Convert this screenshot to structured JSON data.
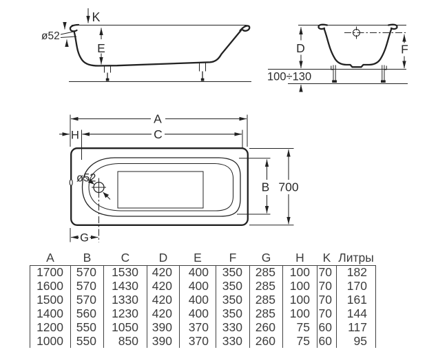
{
  "colors": {
    "drawing_line": "#222222",
    "drawing_text": "#2a2a2a",
    "table_line": "#3f3f3f",
    "table_text": "#3c3c3c",
    "background": "#ffffff"
  },
  "side_view": {
    "labels": {
      "rim_thickness": "K",
      "inner_depth": "E",
      "drain_diameter": "ø52"
    }
  },
  "section_view": {
    "labels": {
      "outer_depth": "D",
      "overflow_height": "F",
      "leg_height_range": "100÷130"
    }
  },
  "plan_view": {
    "labels": {
      "outer_length": "A",
      "bottom_length": "C",
      "rim_overhang": "H",
      "drain_offset": "G",
      "inner_width": "B",
      "outer_width": "700",
      "drain_diameter": "ø52"
    }
  },
  "table": {
    "headers": [
      "А",
      "В",
      "С",
      "D",
      "E",
      "F",
      "G",
      "H",
      "K",
      "Литры"
    ],
    "rows": [
      [
        "1700",
        "570",
        "1530",
        "420",
        "400",
        "350",
        "285",
        "100",
        "70",
        "182"
      ],
      [
        "1600",
        "570",
        "1430",
        "420",
        "400",
        "350",
        "285",
        "100",
        "70",
        "170"
      ],
      [
        "1500",
        "570",
        "1330",
        "420",
        "400",
        "350",
        "285",
        "100",
        "70",
        "161"
      ],
      [
        "1400",
        "560",
        "1230",
        "420",
        "400",
        "350",
        "285",
        "100",
        "70",
        "144"
      ],
      [
        "1200",
        "550",
        "1050",
        "390",
        "370",
        "330",
        "260",
        "75",
        "60",
        "117"
      ],
      [
        "1000",
        "550",
        "850",
        "390",
        "370",
        "330",
        "260",
        "75",
        "60",
        "95"
      ]
    ]
  }
}
